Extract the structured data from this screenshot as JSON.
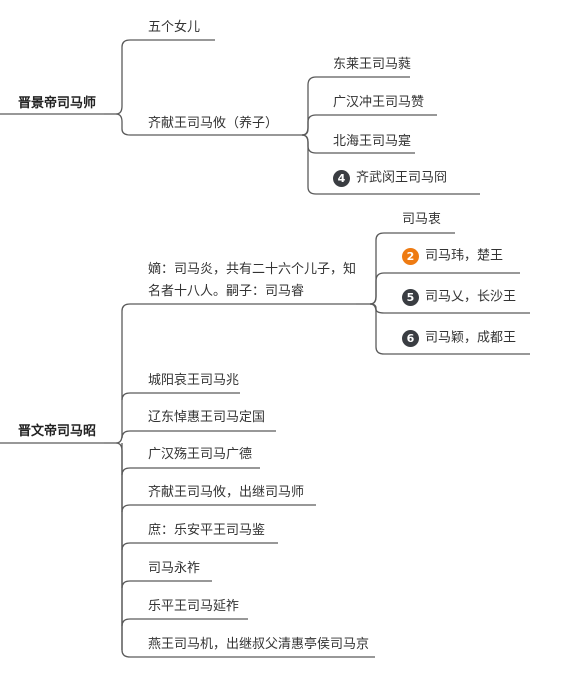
{
  "roots": {
    "shi": "晋景帝司马师",
    "zhao": "晋文帝司马昭"
  },
  "shi_children": {
    "daughters": "五个女儿",
    "you": "齐献王司马攸（养子）"
  },
  "you_children": [
    {
      "text": "东莱王司马蕤",
      "badge": ""
    },
    {
      "text": "广汉冲王司马赞",
      "badge": ""
    },
    {
      "text": "北海王司马寔",
      "badge": ""
    },
    {
      "text": "齐武闵王司马冏",
      "badge": "4"
    }
  ],
  "zhao_children": {
    "yan": "嫡：司马炎，共有二十六个儿子，知名者十八人。嗣子：司马睿",
    "others": [
      "城阳哀王司马兆",
      "辽东悼惠王司马定国",
      "广汉殇王司马广德",
      "齐献王司马攸，出继司马师",
      "庶：乐安平王司马鉴",
      "司马永祚",
      "乐平王司马延祚",
      "燕王司马机，出继叔父清惠亭侯司马京"
    ]
  },
  "yan_children": [
    {
      "text": "司马衷",
      "badge": ""
    },
    {
      "text": "司马玮，楚王",
      "badge": "2"
    },
    {
      "text": "司马乂，长沙王",
      "badge": "5"
    },
    {
      "text": "司马颖，成都王",
      "badge": "6"
    }
  ],
  "colors": {
    "line": "#5a5a5a",
    "badge_dark": "#3a3d42",
    "badge_orange": "#ee7b12"
  }
}
